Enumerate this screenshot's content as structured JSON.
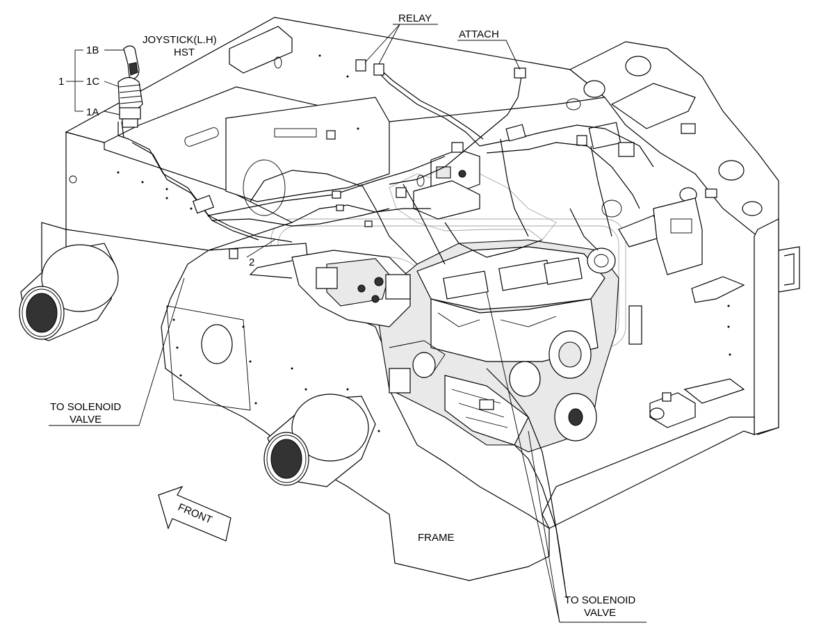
{
  "labels": {
    "joystick_line1": "JOYSTICK(L.H)",
    "joystick_line2": "HST",
    "item_1": "1",
    "item_1b": "1B",
    "item_1c": "1C",
    "item_1a": "1A",
    "item_2": "2",
    "relay": "RELAY",
    "attach": "ATTACH",
    "solenoid_left_line1": "TO SOLENOID",
    "solenoid_left_line2": "VALVE",
    "solenoid_bottom_line1": "TO SOLENOID",
    "solenoid_bottom_line2": "VALVE",
    "front": "FRONT",
    "frame": "FRAME"
  },
  "icons": {
    "front_arrow": "front-arrow-icon",
    "watermark": "gear-logo-watermark"
  }
}
